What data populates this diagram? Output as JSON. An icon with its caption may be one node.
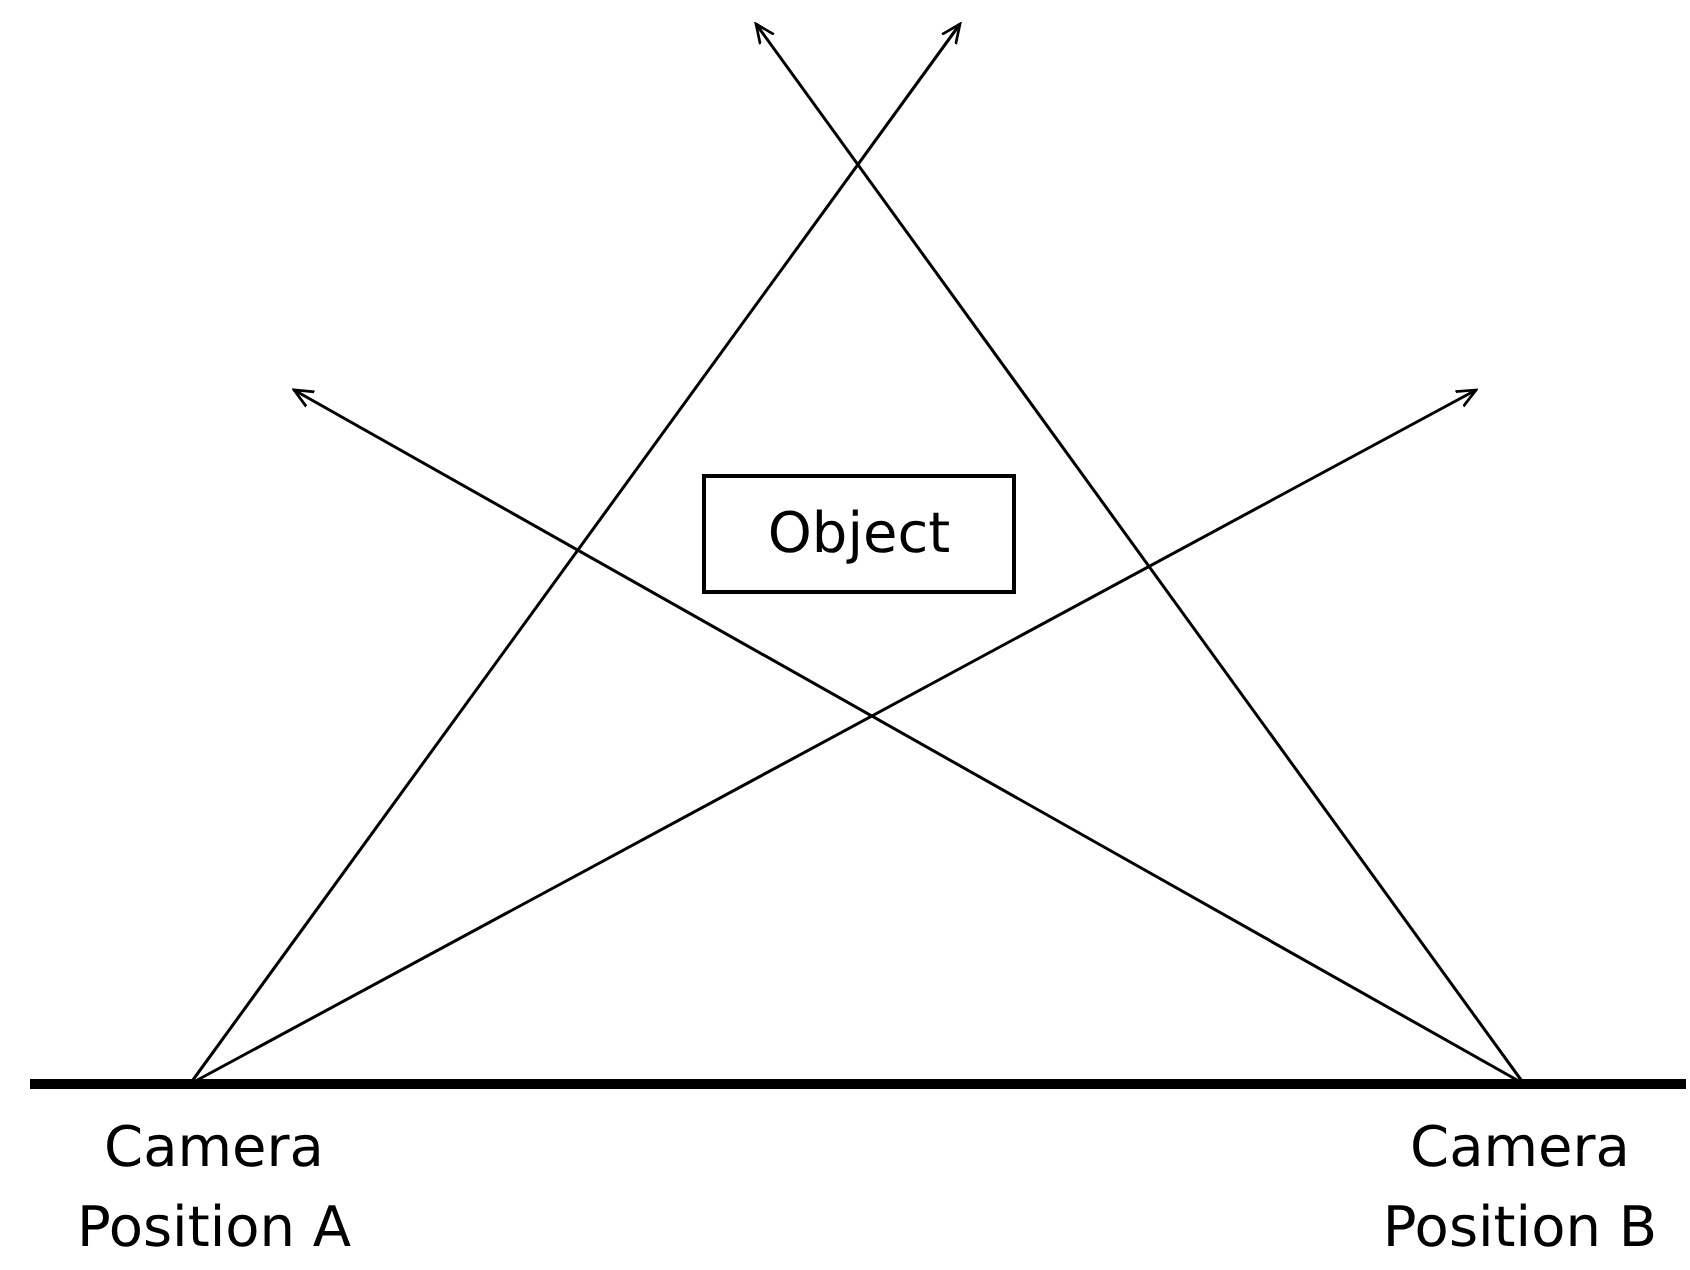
{
  "diagram": {
    "nodes": [
      {
        "text": [
          "Object"
        ]
      },
      {
        "text": [
          "Camera Position A"
        ]
      },
      {
        "text": [
          "Camera Position B"
        ]
      }
    ],
    "edges": [
      {
        "from": 1,
        "to": null,
        "arrow": "to"
      },
      {
        "from": 1,
        "to": null,
        "arrow": "to"
      },
      {
        "from": 2,
        "to": null,
        "arrow": "to"
      },
      {
        "from": 2,
        "to": null,
        "arrow": "to"
      }
    ]
  }
}
